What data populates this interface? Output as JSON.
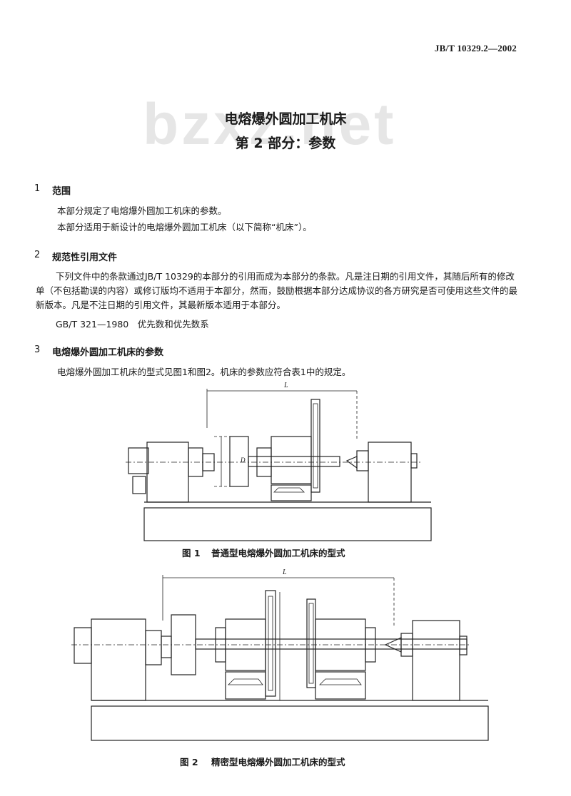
{
  "header": {
    "doc_number": "JB/T 10329.2—2002"
  },
  "watermark": "bzxz.net",
  "title": {
    "line1": "电熔爆外圆加工机床",
    "line2": "第 2 部分：参数"
  },
  "sections": [
    {
      "number": "1",
      "heading": "范围",
      "paragraphs": [
        "本部分规定了电熔爆外圆加工机床的参数。",
        "本部分适用于新设计的电熔爆外圆加工机床（以下简称“机床”）。"
      ]
    },
    {
      "number": "2",
      "heading": "规范性引用文件",
      "paragraphs": [
        "下列文件中的条款通过JB/T 10329的本部分的引用而成为本部分的条款。凡是注日期的引用文件，其随后所有的修改单（不包括勘误的内容）或修订版均不适用于本部分，然而，鼓励根据本部分达成协议的各方研究是否可使用这些文件的最新版本。凡是不注日期的引用文件，其最新版本适用于本部分。",
        "GB/T 321—1980　优先数和优先数系"
      ]
    },
    {
      "number": "3",
      "heading": "电熔爆外圆加工机床的参数",
      "paragraphs": [
        "电熔爆外圆加工机床的型式见图1和图2。机床的参数应符合表1中的规定。"
      ]
    }
  ],
  "figures": [
    {
      "label": "图 1",
      "caption": "普通型电熔爆外圆加工机床的型式",
      "dim_L": "L",
      "dim_D": "D"
    },
    {
      "label": "图 2",
      "caption": "精密型电熔爆外圆加工机床的型式",
      "dim_L": "L"
    }
  ]
}
